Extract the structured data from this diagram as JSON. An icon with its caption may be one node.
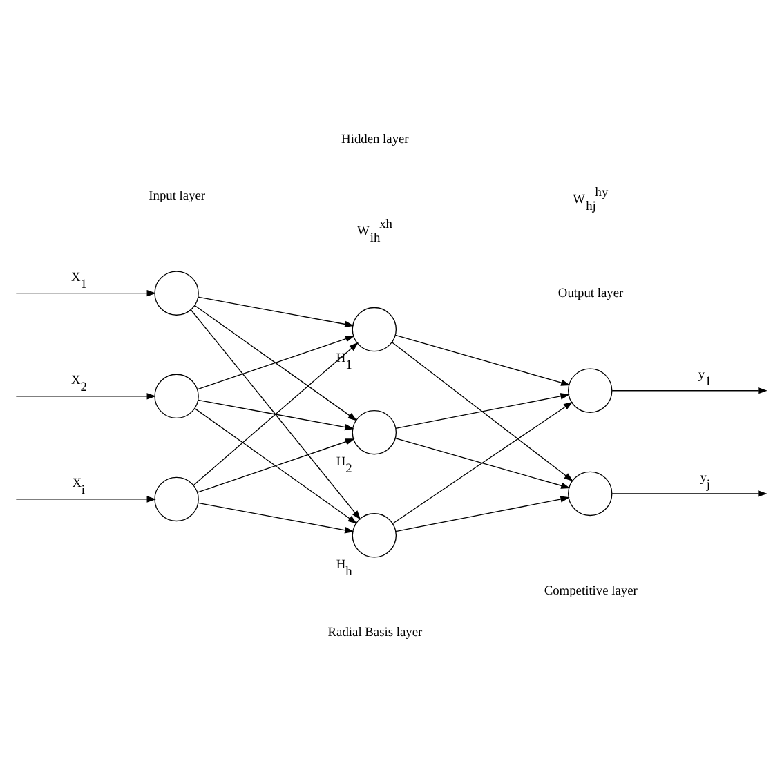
{
  "diagram": {
    "nodes": [
      {
        "text": [],
        "shape": "circle"
      },
      {
        "text": [],
        "shape": "circle"
      },
      {
        "text": [],
        "shape": "circle"
      },
      {
        "text": [],
        "shape": "circle",
        "beside": [
          "H$_{1}$"
        ]
      },
      {
        "text": [],
        "shape": "circle",
        "beside": [
          "H$_{2}$"
        ]
      },
      {
        "text": [],
        "shape": "circle",
        "beside": [
          "H$_{h}$"
        ]
      },
      {
        "text": [],
        "shape": "circle"
      },
      {
        "text": [],
        "shape": "circle"
      }
    ],
    "edges": [
      {
        "from": null,
        "to": 0,
        "arrow": "to",
        "label": "X$_{1}$"
      },
      {
        "from": null,
        "to": 1,
        "arrow": "to",
        "label": "X$_{2}$"
      },
      {
        "from": null,
        "to": 2,
        "arrow": "to",
        "label": "X$_{i}$"
      },
      {
        "from": 0,
        "to": 3,
        "arrow": "to"
      },
      {
        "from": 0,
        "to": 4,
        "arrow": "to"
      },
      {
        "from": 1,
        "to": 3,
        "arrow": "to"
      },
      {
        "from": 1,
        "to": 4,
        "arrow": "to"
      },
      {
        "from": 1,
        "to": 5,
        "arrow": "to"
      },
      {
        "from": 2,
        "to": 3,
        "arrow": "to"
      },
      {
        "from": 2,
        "to": 4,
        "arrow": "to"
      },
      {
        "from": 2,
        "to": 5,
        "arrow": "to"
      },
      {
        "from": 0,
        "to": 5,
        "arrow": "to"
      },
      {
        "from": 3,
        "to": 6,
        "arrow": "to"
      },
      {
        "from": 3,
        "to": 7,
        "arrow": "to"
      },
      {
        "from": 4,
        "to": 6,
        "arrow": "to"
      },
      {
        "from": 4,
        "to": 7,
        "arrow": "to"
      },
      {
        "from": 5,
        "to": 6,
        "arrow": "to"
      },
      {
        "from": 5,
        "to": 7,
        "arrow": "to"
      },
      {
        "from": 6,
        "to": null,
        "arrow": "to",
        "label": "y$_{1}$"
      },
      {
        "from": 7,
        "to": null,
        "arrow": "to",
        "label": "y$_{j}$"
      }
    ],
    "labels": [
      "Hidden layer",
      "Input layer",
      "W$_{ih}$$^{xh}$",
      "W$_{hj}$$^{hy}$",
      "Output layer",
      "Radial Basis layer",
      "Competitive layer"
    ]
  }
}
